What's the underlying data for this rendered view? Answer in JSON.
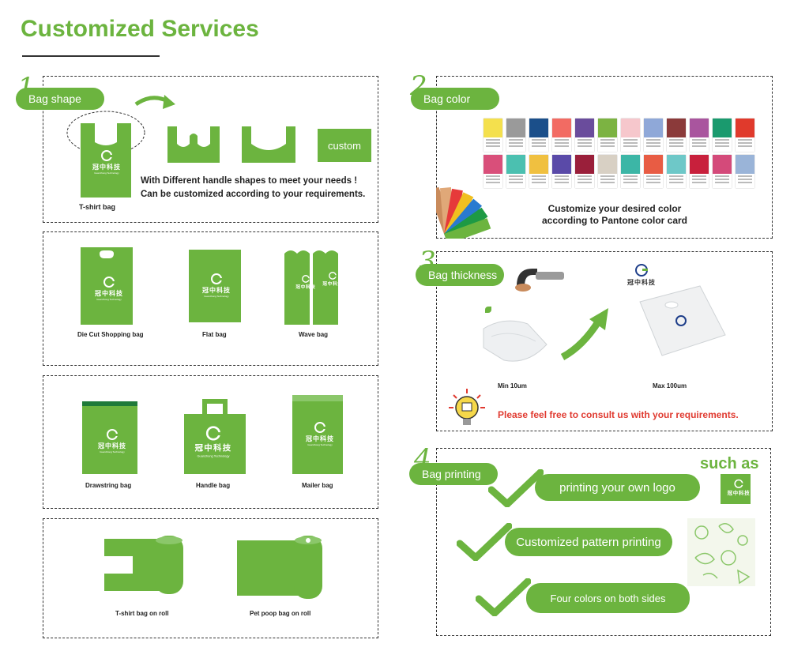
{
  "page_title": "Customized Services",
  "colors": {
    "brand_green": "#6cb43f",
    "consult_red": "#e03a30"
  },
  "logo": {
    "cn": "冠中科技",
    "en": "Guanzhong Technology"
  },
  "bag_shape": {
    "number": "1",
    "label": "Bag shape",
    "custom_label": "custom",
    "tshirt_caption": "T-shirt bag",
    "line1": "With Different handle shapes to meet your needs !",
    "line2": "Can be customized according to your requirements."
  },
  "bag_types_row1": [
    "Die Cut Shopping bag",
    "Flat bag",
    "Wave bag"
  ],
  "bag_types_row2": [
    "Drawstring bag",
    "Handle bag",
    "Mailer bag"
  ],
  "bag_types_row3": [
    "T-shirt bag on roll",
    "Pet poop bag on roll"
  ],
  "bag_color": {
    "number": "2",
    "label": "Bag color",
    "line1": "Customize your desired color",
    "line2": "according to Pantone color card",
    "swatches_row1": [
      "#f4e04d",
      "#9a9a9a",
      "#1b4f8a",
      "#f26b63",
      "#6a4c9c",
      "#7cb342",
      "#f6c7cc",
      "#8fa8d8",
      "#8b3a3a",
      "#a9559e",
      "#1a9a6e",
      "#e03a2c"
    ],
    "swatches_row2": [
      "#d94f7a",
      "#4bc0b0",
      "#f0c040",
      "#5a4aa8",
      "#9a1f3a",
      "#d8d0c4",
      "#3cb6a6",
      "#e85c44",
      "#6ec8c8",
      "#c8203c",
      "#d44a7a",
      "#9ab4d8"
    ]
  },
  "bag_thickness": {
    "number": "3",
    "label": "Bag thickness",
    "min": "Min 10um",
    "max": "Max 100um",
    "consult": "Please feel free to consult us with your requirements."
  },
  "bag_printing": {
    "number": "4",
    "label": "Bag printing",
    "such_as": "such as",
    "items": [
      "printing your own logo",
      "Customized pattern printing",
      "Four colors on both sides"
    ]
  }
}
